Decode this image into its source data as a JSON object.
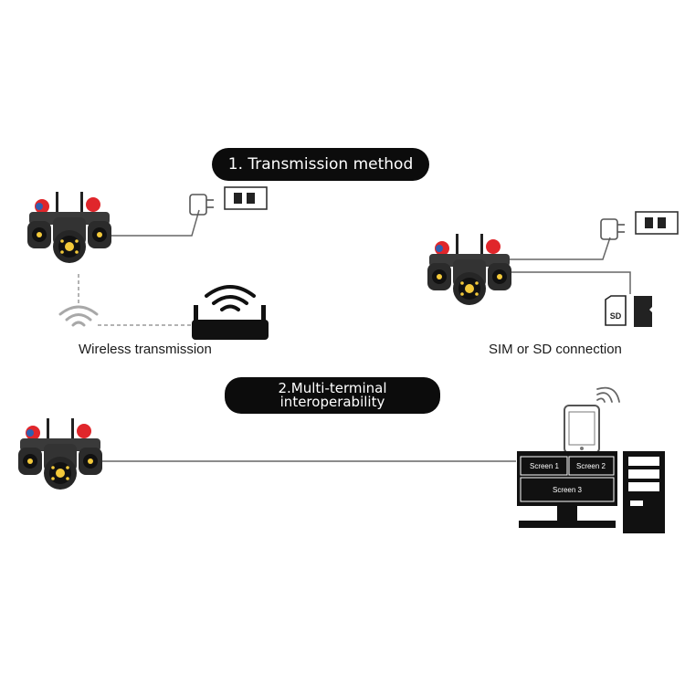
{
  "section1": {
    "title": "1. Transmission method"
  },
  "section2": {
    "title_line1": "2.Multi-terminal",
    "title_line2": "interoperability"
  },
  "captions": {
    "wireless": "Wireless transmission",
    "sim_sd": "SIM or SD connection"
  },
  "sd_card": {
    "label": "SD"
  },
  "monitor": {
    "screen1": "Screen 1",
    "screen2": "Screen 2",
    "screen3": "Screen 3"
  },
  "colors": {
    "pill_bg": "#0c0c0c",
    "camera_body": "#2b2b2b",
    "camera_accent": "#e0262b",
    "camera_blue": "#2f5fb0",
    "line": "#666666"
  },
  "icons": [
    "security-camera-icon",
    "power-adapter-icon",
    "wifi-icon",
    "router-icon",
    "sd-card-icon",
    "sim-card-icon",
    "smartphone-icon",
    "desktop-computer-icon"
  ]
}
